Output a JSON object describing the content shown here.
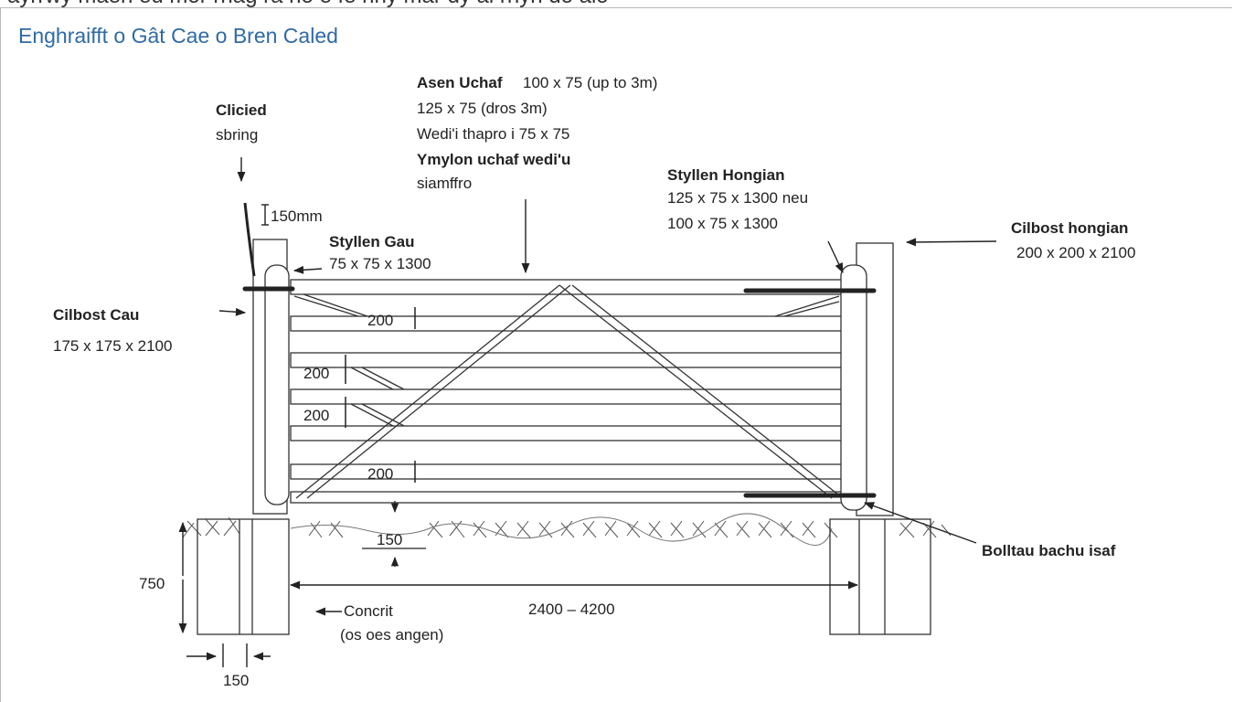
{
  "top_strip_text": "ayrrwy maen eu mor rhag ra no e fe nhy mar dy ai rhyn do aio",
  "title": "Enghraifft o Gât Cae o Bren Caled",
  "labels": {
    "asen_uchaf_title": "Asen Uchaf",
    "asen_uchaf_dim": "100 x 75 (up to 3m)",
    "asen_uchaf_line2": "125 x 75 (dros 3m)",
    "asen_uchaf_line3": "Wedi'i thapro i 75 x 75",
    "ymylon_line1": "Ymylon uchaf wedi'u",
    "ymylon_line2": "siamffro",
    "clicied_line1": "Clicied",
    "clicied_line2": "sbring",
    "latch_gap": "150mm",
    "styllen_gau_title": "Styllen Gau",
    "styllen_gau_dim": "75 x 75 x 1300",
    "styllen_hongian_title": "Styllen Hongian",
    "styllen_hongian_dim1": "125 x 75 x 1300  neu",
    "styllen_hongian_dim2": "100 x 75 x 1300",
    "cilbost_hongian_title": "Cilbost hongian",
    "cilbost_hongian_dim": "200 x 200 x 2100",
    "cilbost_cau_title": "Cilbost Cau",
    "cilbost_cau_dim": "175 x 175 x 2100",
    "bay_1": "200",
    "bay_2": "200",
    "bay_3": "200",
    "bay_4": "200",
    "ground_gap": "150",
    "depth": "750",
    "span": "2400 – 4200",
    "concrit_line1": "Concrit",
    "concrit_line2": "(os oes angen)",
    "bolltau": "Bolltau bachu isaf",
    "post_width": "150"
  }
}
